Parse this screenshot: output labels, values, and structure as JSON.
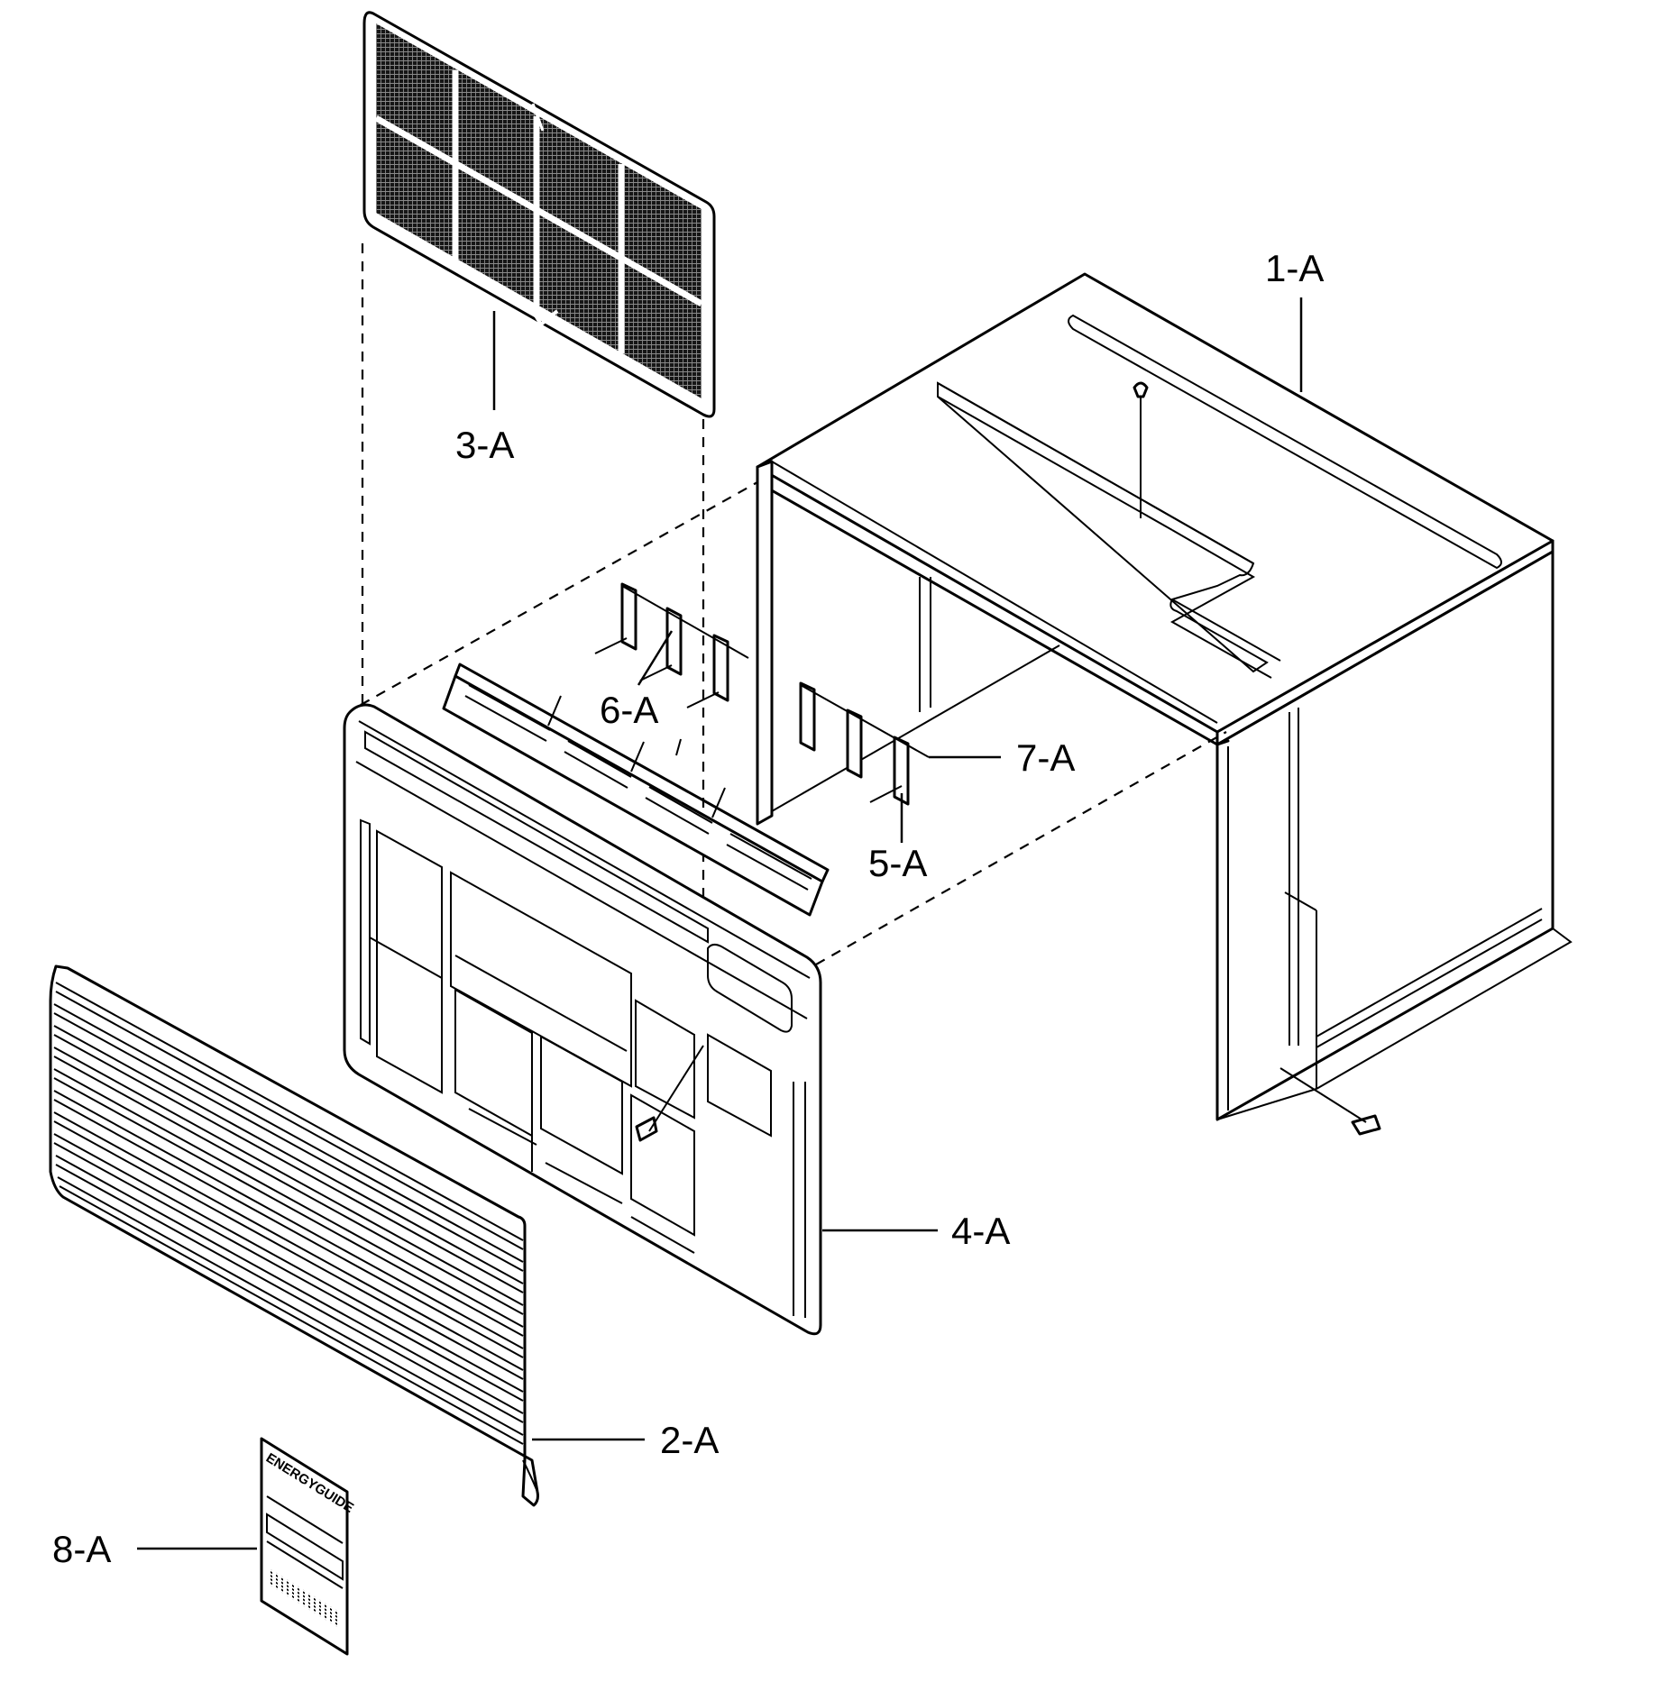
{
  "labels": {
    "cabinet": "1-A",
    "front_grille": "2-A",
    "air_filter": "3-A",
    "front_frame": "4-A",
    "vertical_louvers_right": "5-A",
    "vertical_louvers_left": "6-A",
    "louver_link_rod": "7-A",
    "energy_guide_label": "8-A"
  },
  "energy_guide_heading": "ENERGYGUIDE"
}
